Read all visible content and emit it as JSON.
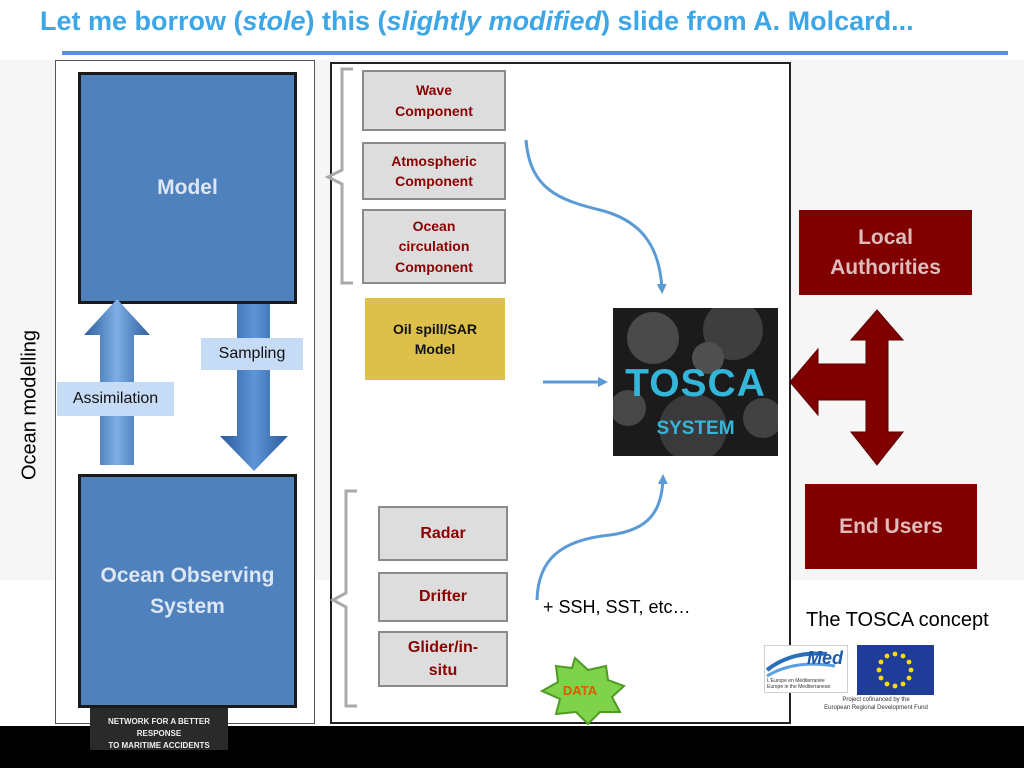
{
  "title": {
    "part1": "Let me borrow (",
    "italic1": "stole",
    "part2": ") this (",
    "italic2": "slightly modified",
    "part3": ") slide from A. Molcard..."
  },
  "left": {
    "vertical_label": "Ocean modelling",
    "model": "Model",
    "observing": [
      "Ocean Observing",
      "System"
    ],
    "sampling": "Sampling",
    "assimilation": "Assimilation"
  },
  "components": {
    "wave": [
      "Wave",
      "Component"
    ],
    "atmospheric": [
      "Atmospheric",
      "Component"
    ],
    "ocean": [
      "Ocean",
      "circulation",
      "Component"
    ],
    "oil_spill": [
      "Oil spill/SAR",
      "Model"
    ]
  },
  "observations": {
    "radar": "Radar",
    "drifter": "Drifter",
    "glider": [
      "Glider/in-",
      "situ"
    ],
    "data_badge": "DATA",
    "extra": "+ SSH, SST, etc…"
  },
  "tosca": {
    "title": "TOSCA",
    "subtitle": "SYSTEM"
  },
  "users": {
    "local": [
      "Local",
      "Authorities"
    ],
    "end": "End Users"
  },
  "caption": "The TOSCA concept",
  "logos": {
    "network": [
      "NETWORK FOR A BETTER RESPONSE",
      "TO MARITIME ACCIDENTS"
    ],
    "med": "Med",
    "med_text": [
      "L'Europe en Méditerranée",
      "Europe in the Mediterranean"
    ],
    "cofinanced": [
      "Project cofinanced by the",
      "European Regional Development Fund"
    ]
  },
  "colors": {
    "title": "#3da6e6",
    "model_blue": "#4f81bd",
    "dark_red": "#800000",
    "component_text": "#8b0000",
    "oil_yellow": "#dcc04a",
    "tosca_cyan": "#33b6d9",
    "data_green": "#7ed34a"
  },
  "icons": {
    "arrows": [
      "up-arrow-icon",
      "down-arrow-icon",
      "curved-arrow-icon",
      "straight-arrow-icon",
      "three-way-arrow-icon"
    ],
    "badge": "star-burst-icon",
    "flag": "eu-flag-icon"
  }
}
